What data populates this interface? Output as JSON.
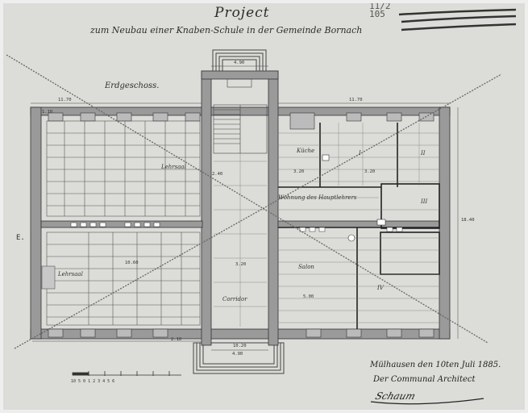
{
  "title": {
    "main": "Project",
    "subtitle": "zum Neubau einer Knaben-Schule in der Gemeinde Bornach"
  },
  "archive_note": "11/2 105",
  "floor_label": "Erdgeschoss.",
  "rooms": {
    "classroom_top": "Lehrsaal",
    "classroom_bottom": "Lehrsaal",
    "corridor": "Corridor",
    "kitchen": "Küche",
    "teacher_apartment": "Wohnung des Hauptlehrers",
    "salon": "Salon",
    "room_I": "I",
    "room_II": "II",
    "room_III": "III",
    "room_IV": "IV"
  },
  "dimensions": {
    "top_left_width": "11.70",
    "top_right_width": "11.70",
    "mid_top": "4.90",
    "mid_bottom": "4.90",
    "stair_width": "2.40",
    "entry_width": "10.20",
    "right_depth": "18.40",
    "salon_w": "5.00",
    "kitchen_w": "3.20",
    "room_w": "3.20",
    "class_w": "10.60",
    "side_left": "1.10",
    "bottom_left": "2.10",
    "corridor_w": "3.20"
  },
  "compass": "E.",
  "scale_label": "10 5 0 1 2 3 4 5 6",
  "signature_block": {
    "place_date": "Mülhausen den 10ten Juli 1885.",
    "architect_title": "Der Communal Architect",
    "signature": "Schaum"
  },
  "colors": {
    "paper": "#dcdcd8",
    "wall": "#9a9a9a",
    "ink": "#2a2a2a"
  }
}
